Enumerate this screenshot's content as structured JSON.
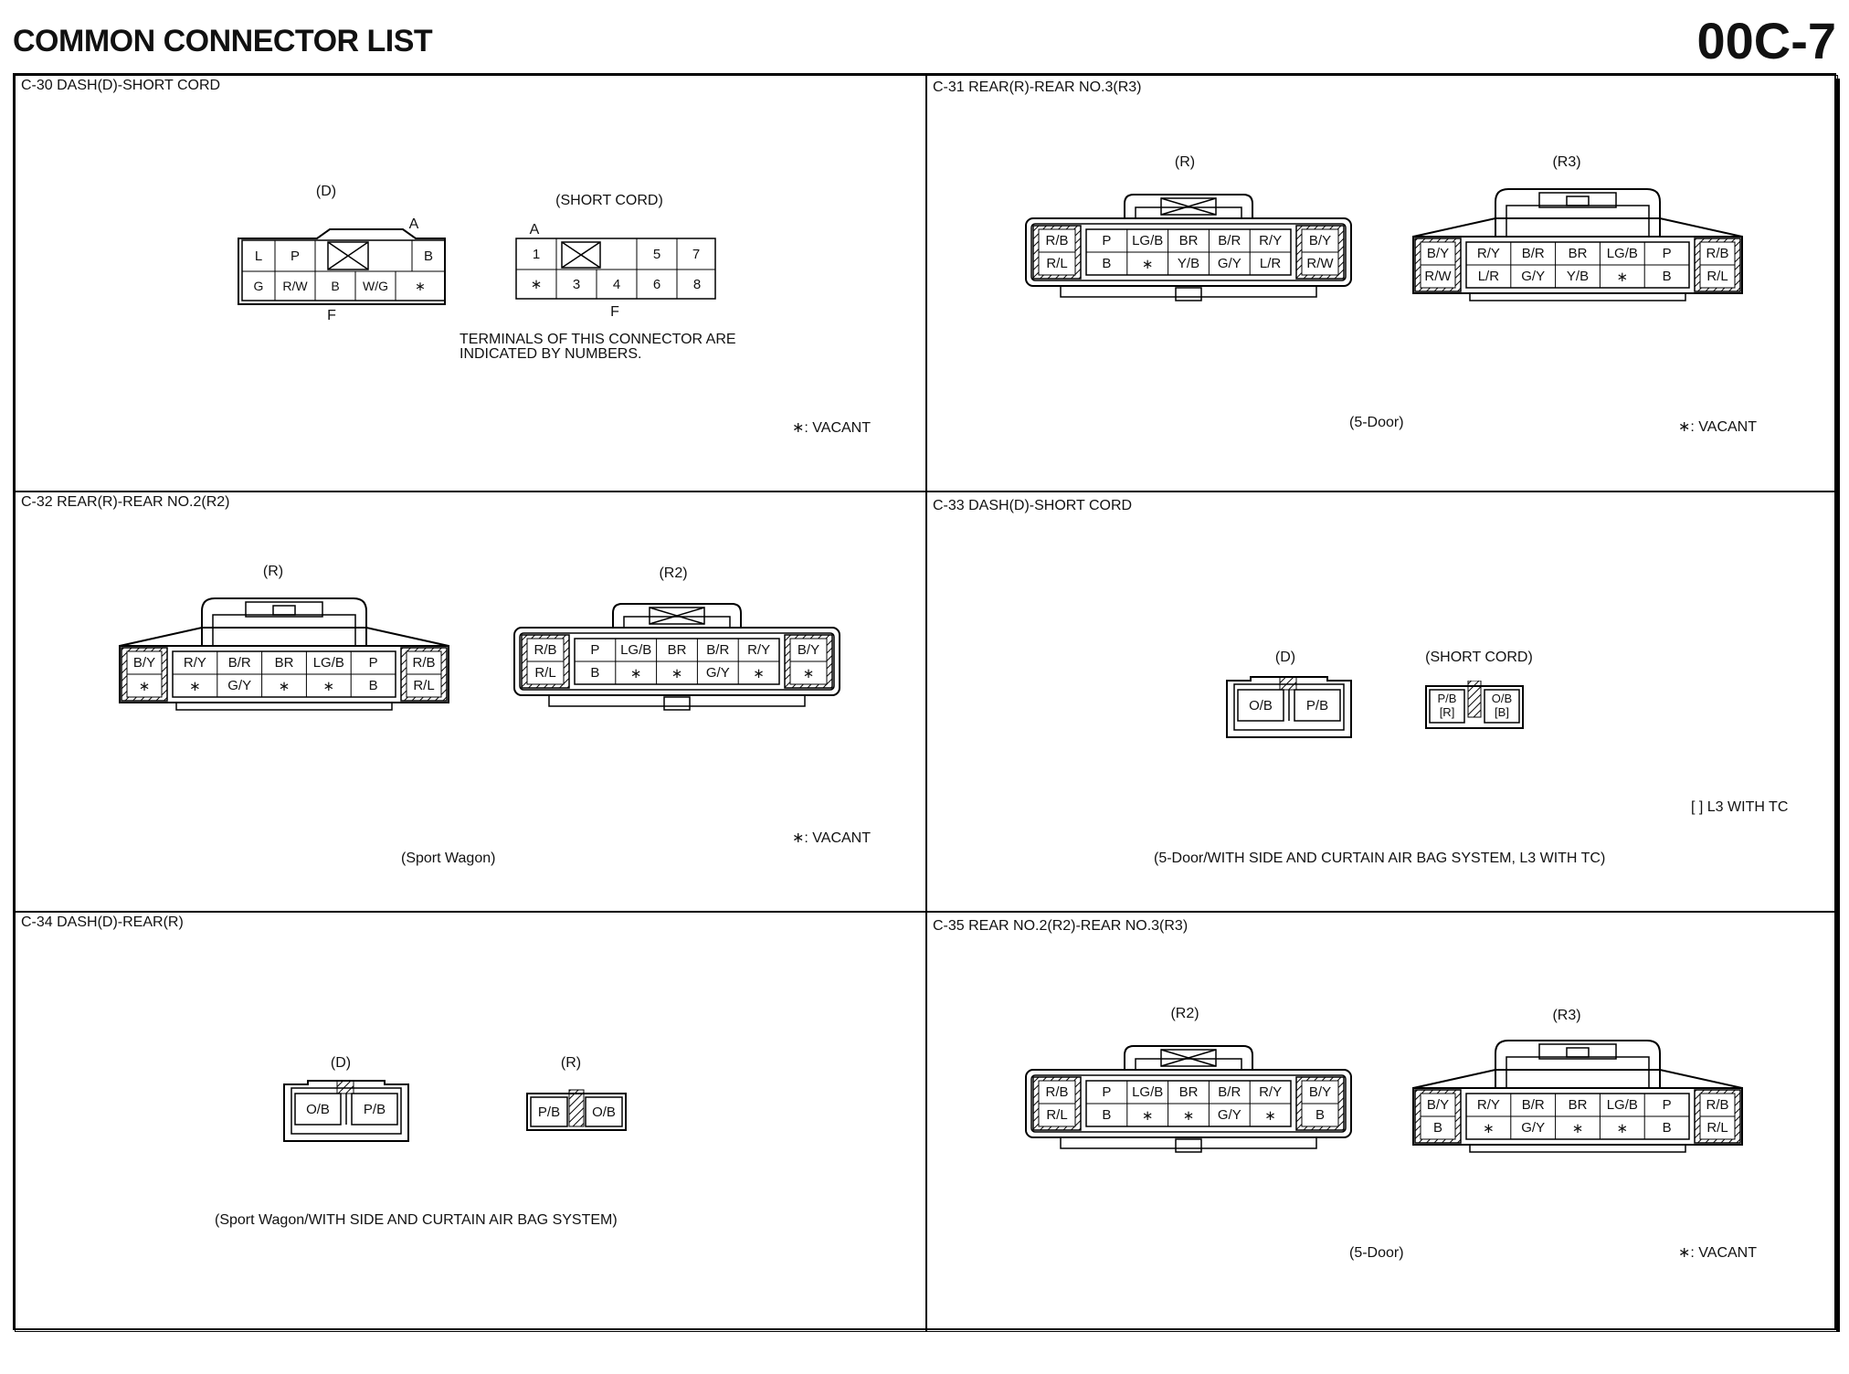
{
  "header": {
    "title": "COMMON CONNECTOR LIST",
    "page": "00C-7"
  },
  "panels": {
    "c30": {
      "title": "C-30 DASH(D)-SHORT CORD",
      "d_label": "(D)",
      "sc_label": "(SHORT CORD)",
      "mark_a": "A",
      "mark_f": "F",
      "mark_a2": "A",
      "mark_f2": "F",
      "d_top": [
        "L",
        "P",
        "B"
      ],
      "d_bottom": [
        "G",
        "R/W",
        "B",
        "W/G",
        "∗"
      ],
      "sc_top": [
        "1",
        "5",
        "7"
      ],
      "sc_bottom": [
        "∗",
        "3",
        "4",
        "6",
        "8"
      ],
      "note": "TERMINALS OF THIS CONNECTOR ARE",
      "note2": "INDICATED BY NUMBERS.",
      "vacant": "∗: VACANT"
    },
    "c31": {
      "title": "C-31 REAR(R)-REAR NO.3(R3)",
      "r_label": "(R)",
      "r3_label": "(R3)",
      "r_left": [
        "R/B",
        "R/L"
      ],
      "r_top": [
        "P",
        "LG/B",
        "BR",
        "B/R",
        "R/Y"
      ],
      "r_bottom": [
        "B",
        "∗",
        "Y/B",
        "G/Y",
        "L/R"
      ],
      "r_right": [
        "B/Y",
        "R/W"
      ],
      "r3_left": [
        "B/Y",
        "R/W"
      ],
      "r3_top": [
        "R/Y",
        "B/R",
        "BR",
        "LG/B",
        "P"
      ],
      "r3_bottom": [
        "L/R",
        "G/Y",
        "Y/B",
        "∗",
        "B"
      ],
      "r3_right": [
        "R/B",
        "R/L"
      ],
      "caption": "(5-Door)",
      "vacant": "∗: VACANT"
    },
    "c32": {
      "title": "C-32 REAR(R)-REAR NO.2(R2)",
      "r_label": "(R)",
      "r2_label": "(R2)",
      "r_left": [
        "B/Y",
        "∗"
      ],
      "r_top": [
        "R/Y",
        "B/R",
        "BR",
        "LG/B",
        "P"
      ],
      "r_bottom": [
        "∗",
        "G/Y",
        "∗",
        "∗",
        "B"
      ],
      "r_right": [
        "R/B",
        "R/L"
      ],
      "r2_left": [
        "R/B",
        "R/L"
      ],
      "r2_top": [
        "P",
        "LG/B",
        "BR",
        "B/R",
        "R/Y"
      ],
      "r2_bottom": [
        "B",
        "∗",
        "∗",
        "G/Y",
        "∗"
      ],
      "r2_right": [
        "B/Y",
        "∗"
      ],
      "caption": "(Sport Wagon)",
      "vacant": "∗: VACANT"
    },
    "c33": {
      "title": "C-33 DASH(D)-SHORT CORD",
      "d_label": "(D)",
      "sc_label": "(SHORT CORD)",
      "d_pins": [
        "O/B",
        "P/B"
      ],
      "sc_pins": [
        "P/B",
        "O/B"
      ],
      "sc_sub": [
        "[R]",
        "[B]"
      ],
      "note": "[ ] L3 WITH TC",
      "caption": "(5-Door/WITH SIDE AND CURTAIN AIR BAG SYSTEM, L3 WITH TC)"
    },
    "c34": {
      "title": "C-34 DASH(D)-REAR(R)",
      "d_label": "(D)",
      "r_label": "(R)",
      "d_pins": [
        "O/B",
        "P/B"
      ],
      "r_pins": [
        "P/B",
        "O/B"
      ],
      "caption": "(Sport Wagon/WITH SIDE AND CURTAIN AIR BAG SYSTEM)"
    },
    "c35": {
      "title": "C-35 REAR NO.2(R2)-REAR NO.3(R3)",
      "r2_label": "(R2)",
      "r3_label": "(R3)",
      "r2_left": [
        "R/B",
        "R/L"
      ],
      "r2_top": [
        "P",
        "LG/B",
        "BR",
        "B/R",
        "R/Y"
      ],
      "r2_bottom": [
        "B",
        "∗",
        "∗",
        "G/Y",
        "∗"
      ],
      "r2_right": [
        "B/Y",
        "B"
      ],
      "r3_left": [
        "B/Y",
        "B"
      ],
      "r3_top": [
        "R/Y",
        "B/R",
        "BR",
        "LG/B",
        "P"
      ],
      "r3_bottom": [
        "∗",
        "G/Y",
        "∗",
        "∗",
        "B"
      ],
      "r3_right": [
        "R/B",
        "R/L"
      ],
      "caption": "(5-Door)",
      "vacant": "∗: VACANT"
    }
  }
}
